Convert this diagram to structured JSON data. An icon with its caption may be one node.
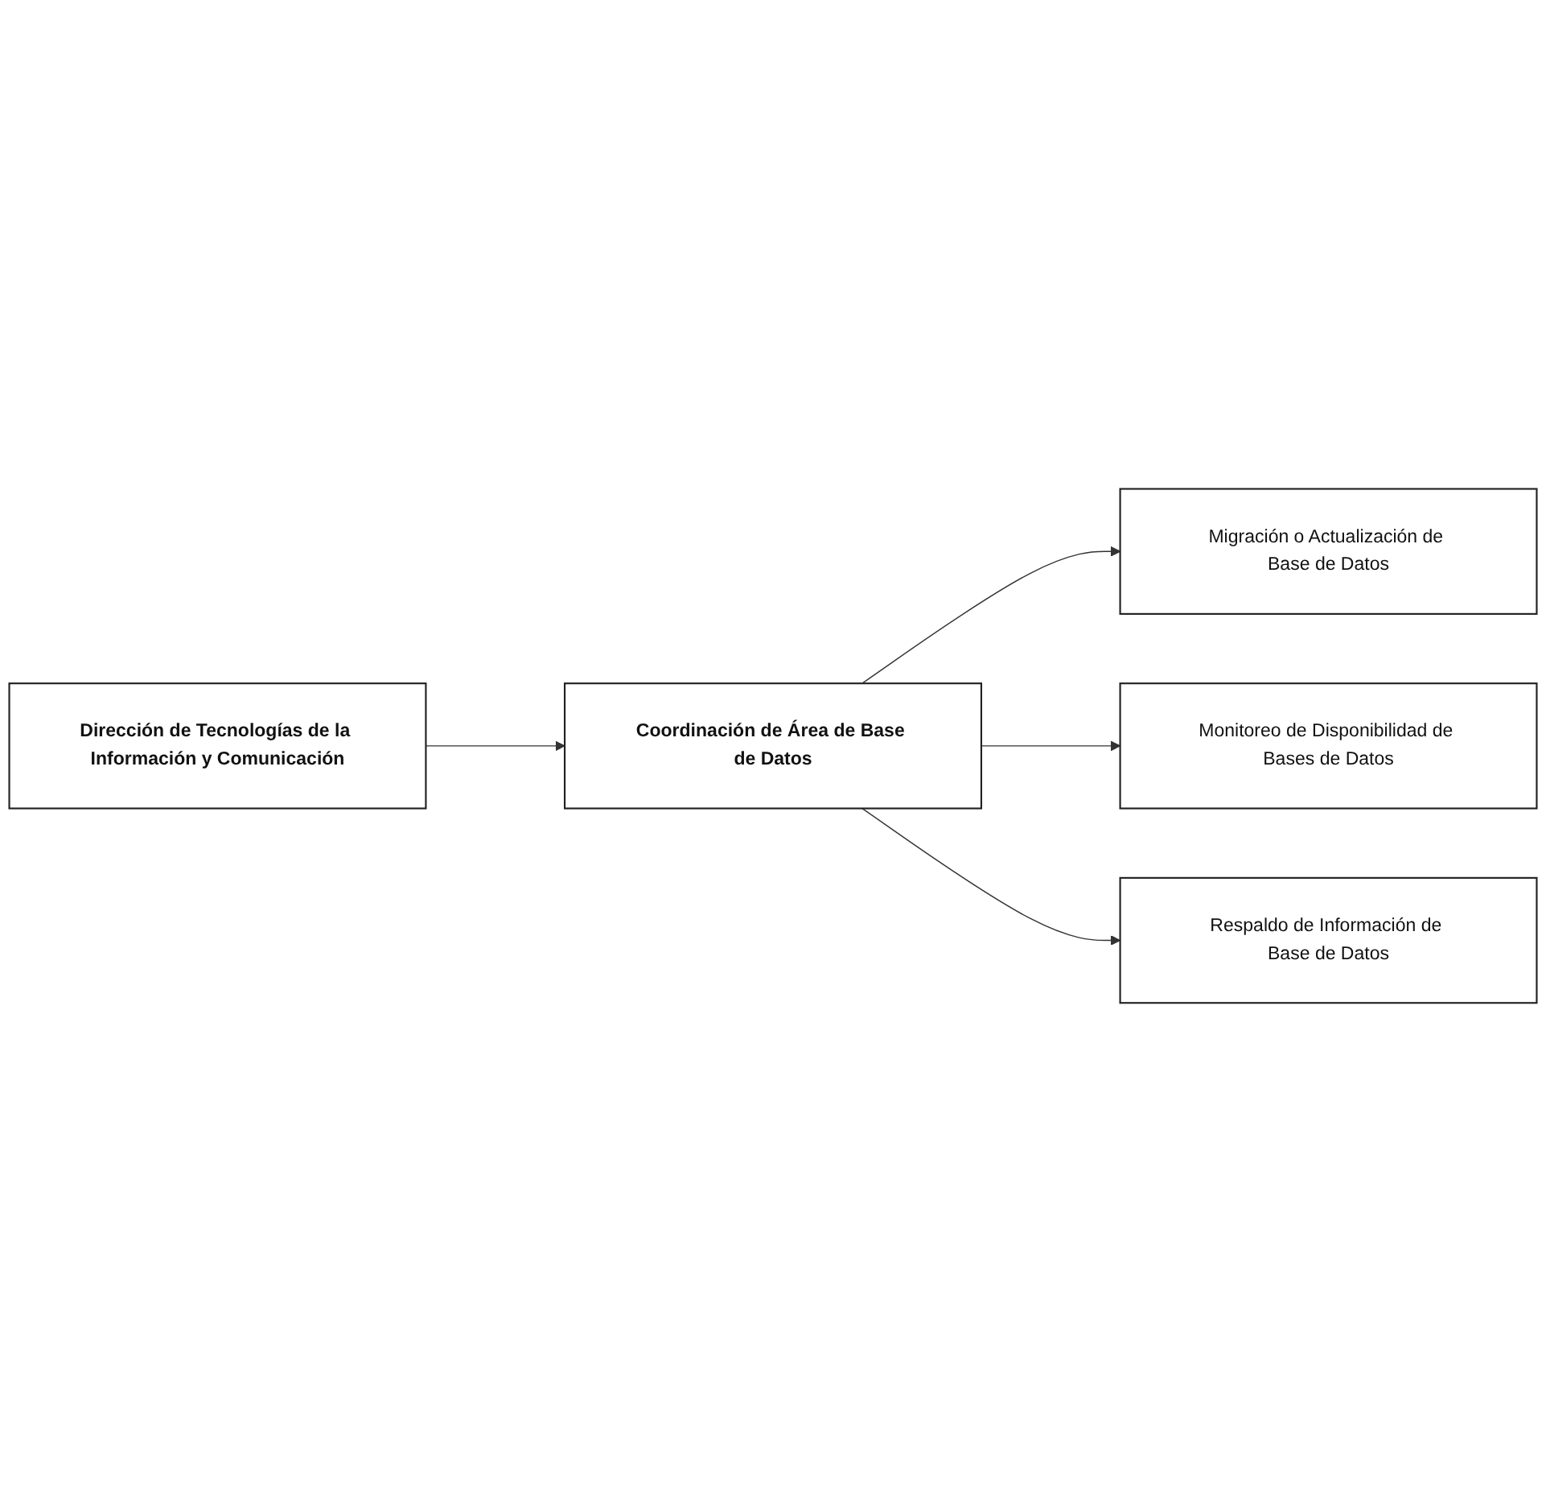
{
  "diagram": {
    "nodes": [
      {
        "text": [
          "Dirección de Tecnologías de la Información y Comunicación"
        ]
      },
      {
        "text": [
          "Coordinación de Área de Base de Datos"
        ]
      },
      {
        "text": [
          "Migración o Actualización de Base de Datos"
        ]
      },
      {
        "text": [
          "Monitoreo de Disponibilidad de Bases de Datos"
        ]
      },
      {
        "text": [
          "Respaldo de Información de Base de Datos"
        ]
      }
    ],
    "edges": [
      {
        "from": 0,
        "to": 1,
        "arrow": "to"
      },
      {
        "from": 1,
        "to": 2,
        "arrow": "to"
      },
      {
        "from": 1,
        "to": 3,
        "arrow": "to"
      },
      {
        "from": 1,
        "to": 4,
        "arrow": "to"
      }
    ]
  }
}
